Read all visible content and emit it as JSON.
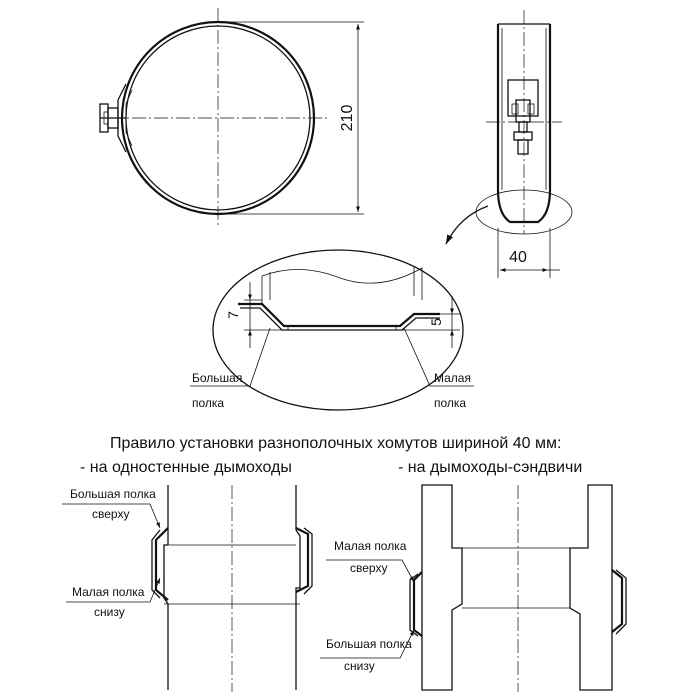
{
  "dimensions": {
    "diameter": "210",
    "width": "40",
    "big_shelf_height": "7",
    "small_shelf_height": "5"
  },
  "detail": {
    "big_shelf": [
      "Большая",
      "полка"
    ],
    "small_shelf": [
      "Малая",
      "полка"
    ]
  },
  "caption": {
    "title": "Правило установки разнополочных хомутов шириной 40 мм:",
    "single_wall": "- на одностенные дымоходы",
    "sandwich": "- на дымоходы-сэндвичи"
  },
  "single_wall_labels": {
    "top": [
      "Большая полка",
      "сверху"
    ],
    "bottom": [
      "Малая полка",
      "снизу"
    ]
  },
  "sandwich_labels": {
    "top": [
      "Малая полка",
      "сверху"
    ],
    "bottom": [
      "Большая полка",
      "снизу"
    ]
  }
}
